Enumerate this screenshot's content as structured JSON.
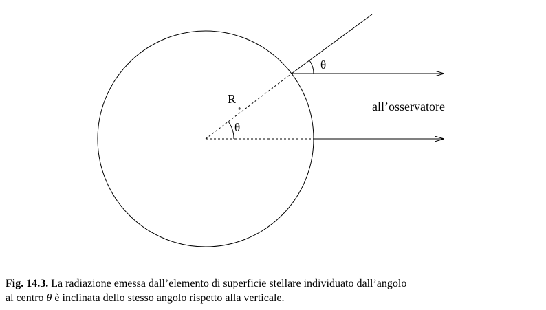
{
  "diagram": {
    "labels": {
      "radius_symbol": "R",
      "radius_subscript": "*",
      "angle_outer": "θ",
      "angle_center": "θ",
      "observer": "all’osservatore"
    },
    "colors": {
      "stroke": "#000000",
      "background": "#ffffff"
    }
  },
  "caption": {
    "prefix": "Fig. 14.3.",
    "line1_text": " La radiazione emessa dall’elemento di superficie stellare individuato dall’angolo",
    "line2_before": "al centro ",
    "theta": "θ",
    "line2_after": " è inclinata dello stesso angolo rispetto alla verticale."
  }
}
